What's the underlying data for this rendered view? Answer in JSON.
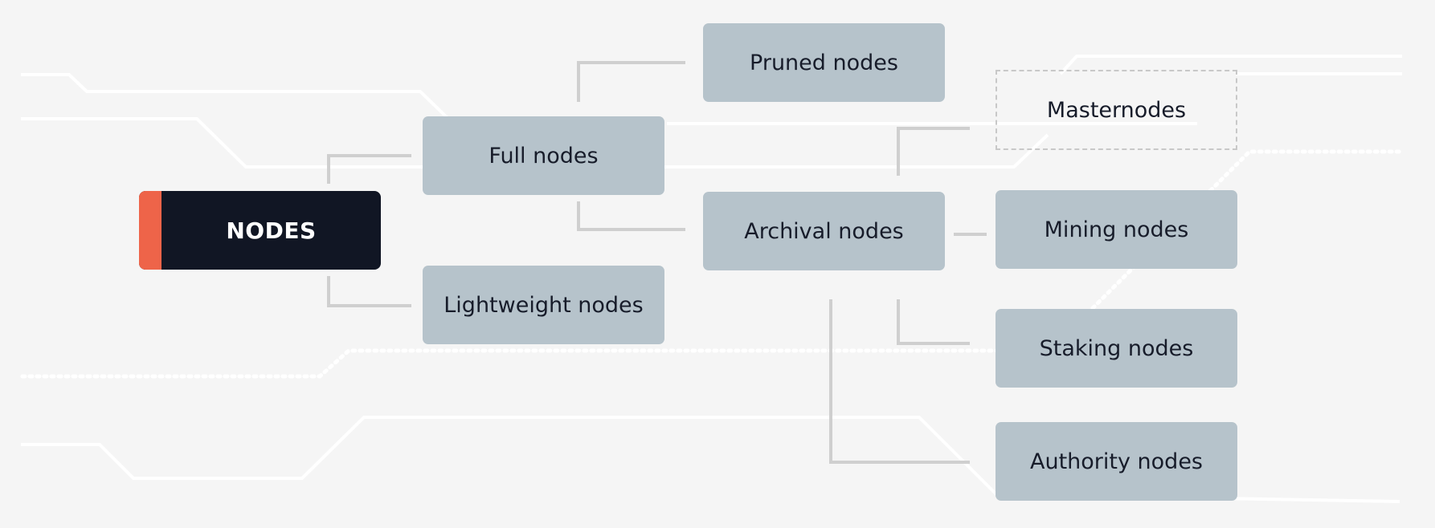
{
  "root": {
    "label": "NODES"
  },
  "nodes": {
    "pruned": "Pruned nodes",
    "full": "Full nodes",
    "masternodes": "Masternodes",
    "archival": "Archival nodes",
    "mining": "Mining nodes",
    "lightweight": "Lightweight nodes",
    "staking": "Staking nodes",
    "authority": "Authority nodes"
  },
  "colors": {
    "background": "#f5f5f5",
    "root_fill": "#111624",
    "root_accent": "#ee6449",
    "node_fill": "#b6c3cb",
    "connector": "#cfcfcf",
    "circuit": "#ffffff"
  }
}
